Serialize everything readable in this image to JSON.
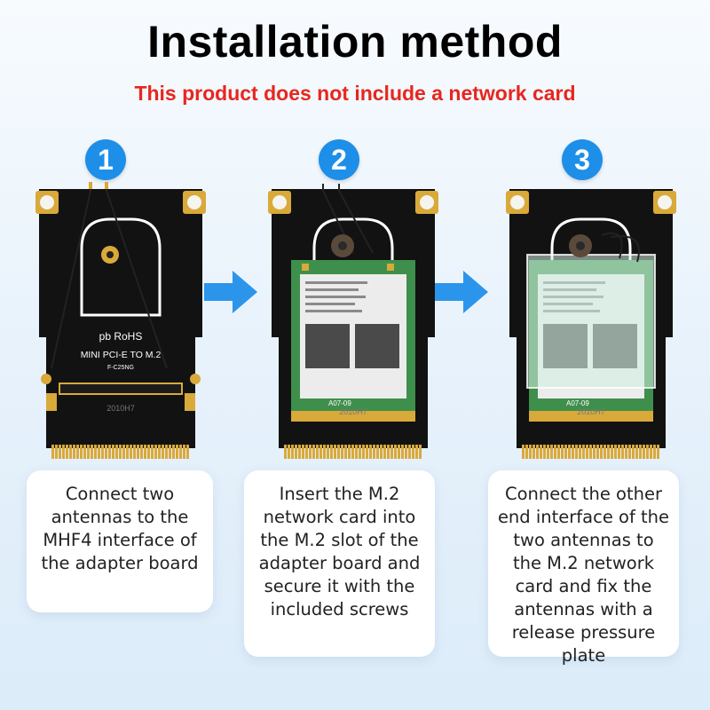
{
  "header": {
    "title": "Installation method",
    "subtitle": "This product does not include a network card"
  },
  "steps": [
    {
      "number": "1",
      "description": "Connect two antennas to the MHF4 interface of the adapter board",
      "board_text": {
        "brand": "pb RoHS",
        "model": "MINI PCI-E TO M.2",
        "code": "F-C25NG",
        "serial": "2010H7"
      }
    },
    {
      "number": "2",
      "description": "Insert the M.2 network card into the M.2 slot of the adapter board and secure it with the included screws",
      "board_text": {
        "serial": "2010H7",
        "card_code": "A07-09"
      }
    },
    {
      "number": "3",
      "description": "Connect the other end interface of the two antennas to the M.2 network card and fix the antennas with a release pressure plate",
      "board_text": {
        "serial": "2010H7",
        "card_code": "A07-09"
      }
    }
  ],
  "colors": {
    "accent_blue": "#1d8fe8",
    "warning_red": "#e8261f",
    "board_black": "#111111",
    "gold_contact": "#d9a93a",
    "card_green": "#3f8f4c"
  },
  "icons": {
    "arrow": "right-arrow-icon"
  }
}
